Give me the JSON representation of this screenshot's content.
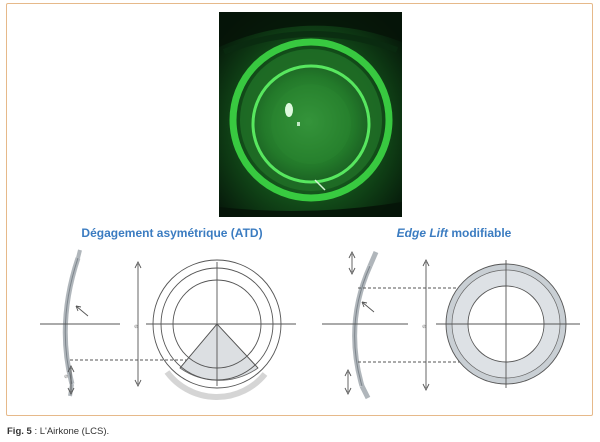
{
  "figure": {
    "left_title": "Dégagement asymétrique (ATD)",
    "right_title_italic": "Edge Lift",
    "right_title_rest": " modifiable",
    "caption_label": "Fig. 5",
    "caption_text": " : L'Airkone (LCS)."
  },
  "colors": {
    "frame": "#e6b98a",
    "title": "#3b7cc1",
    "fluorescein": "#3fe048",
    "lens_grey": "#c9cfd4"
  }
}
